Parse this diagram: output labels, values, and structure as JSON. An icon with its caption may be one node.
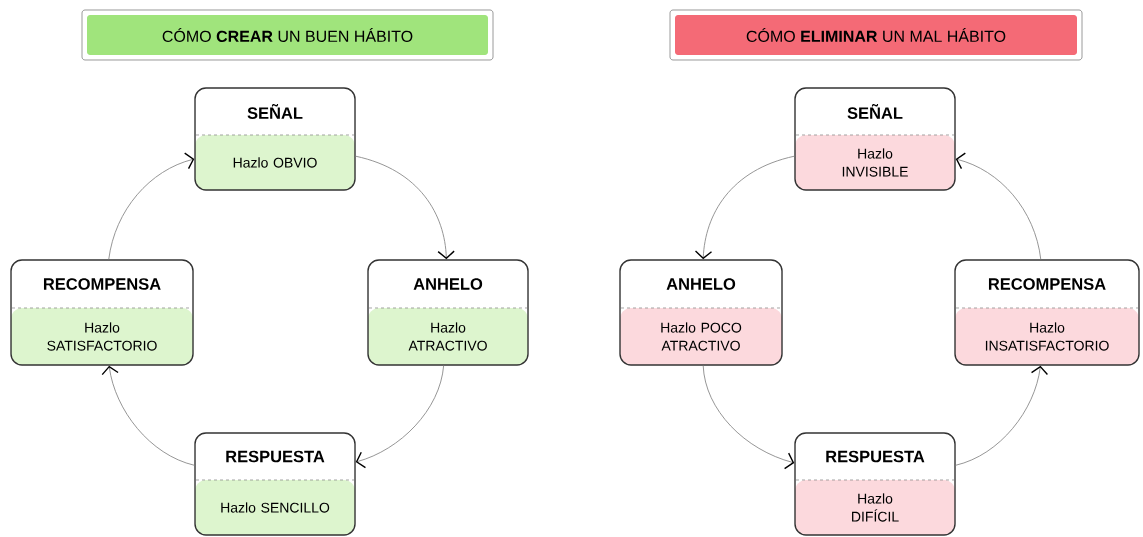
{
  "diagram": {
    "nodes": [
      {
        "text": [
          "CÓMO **CREAR** UN BUEN HÁBITO"
        ]
      },
      {
        "text": [
          "SEÑAL",
          "Hazlo OBVIO"
        ]
      },
      {
        "text": [
          "ANHELO",
          "Hazlo ATRACTIVO"
        ]
      },
      {
        "text": [
          "RESPUESTA",
          "Hazlo SENCILLO"
        ]
      },
      {
        "text": [
          "RECOMPENSA",
          "Hazlo SATISFACTORIO"
        ]
      },
      {
        "text": [
          "CÓMO **ELIMINAR** UN MAL HÁBITO"
        ]
      },
      {
        "text": [
          "SEÑAL",
          "Hazlo INVISIBLE"
        ]
      },
      {
        "text": [
          "ANHELO",
          "Hazlo POCO ATRACTIVO"
        ]
      },
      {
        "text": [
          "RESPUESTA",
          "Hazlo DIFÍCIL"
        ]
      },
      {
        "text": [
          "RECOMPENSA",
          "Hazlo INSATISFACTORIO"
        ]
      }
    ],
    "edges": [
      {
        "from": 1,
        "to": 2,
        "arrow": "to"
      },
      {
        "from": 2,
        "to": 3,
        "arrow": "to"
      },
      {
        "from": 3,
        "to": 4,
        "arrow": "to"
      },
      {
        "from": 4,
        "to": 1,
        "arrow": "to"
      },
      {
        "from": 6,
        "to": 7,
        "arrow": "to"
      },
      {
        "from": 7,
        "to": 8,
        "arrow": "to"
      },
      {
        "from": 8,
        "to": 9,
        "arrow": "to"
      },
      {
        "from": 9,
        "to": 6,
        "arrow": "to"
      }
    ]
  }
}
